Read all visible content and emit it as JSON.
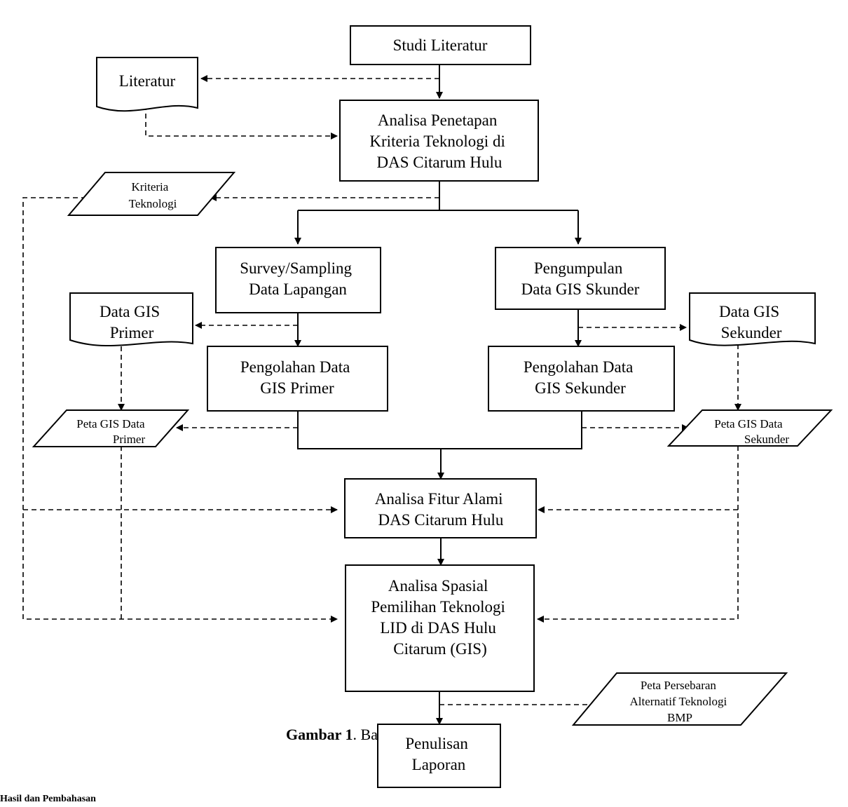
{
  "nodes": {
    "studi": [
      "Studi Literatur"
    ],
    "literatur": [
      "Literatur"
    ],
    "analisa_penetapan": [
      "Analisa Penetapan",
      "Kriteria Teknologi di",
      "DAS Citarum Hulu"
    ],
    "kriteria": [
      "Kriteria",
      "Teknologi"
    ],
    "survey": [
      "Survey/Sampling",
      "Data Lapangan"
    ],
    "pengumpulan": [
      "Pengumpulan",
      "Data GIS Skunder"
    ],
    "data_primer": [
      "Data GIS",
      "Primer"
    ],
    "data_sekunder": [
      "Data GIS",
      "Sekunder"
    ],
    "olah_primer": [
      "Pengolahan Data",
      "GIS Primer"
    ],
    "olah_sekunder": [
      "Pengolahan Data",
      "GIS Sekunder"
    ],
    "peta_primer": [
      "Peta GIS Data",
      "Primer"
    ],
    "peta_sekunder": [
      "Peta GIS Data",
      "Sekunder"
    ],
    "fitur": [
      "Analisa Fitur Alami",
      "DAS Citarum Hulu"
    ],
    "spasial": [
      "Analisa Spasial",
      "Pemilihan Teknologi",
      "LID di DAS Hulu",
      "Citarum (GIS)"
    ],
    "peta_persebaran": [
      "Peta Persebaran",
      "Alternatif Teknologi",
      "BMP"
    ],
    "laporan": [
      "Penulisan",
      "Laporan"
    ]
  },
  "caption": {
    "bold": "Gambar 1",
    "rest": ". Bagan alir penelitian"
  },
  "footer_text": "Hasil dan Pembahasan"
}
